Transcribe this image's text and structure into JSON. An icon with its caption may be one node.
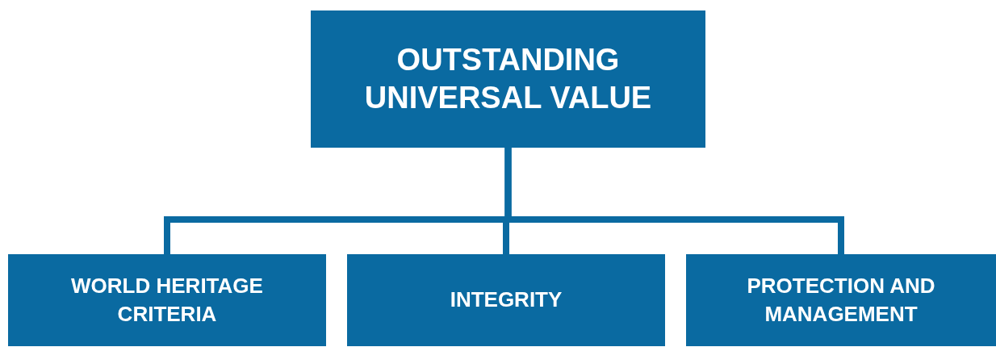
{
  "diagram": {
    "nodes": [
      {
        "text": [
          "OUTSTANDING UNIVERSAL VALUE"
        ]
      },
      {
        "text": [
          "WORLD HERITAGE CRITERIA"
        ]
      },
      {
        "text": [
          "INTEGRITY"
        ]
      },
      {
        "text": [
          "PROTECTION AND MANAGEMENT"
        ]
      }
    ],
    "edges": [
      {
        "from": 0,
        "to": 1,
        "arrow": "none"
      },
      {
        "from": 0,
        "to": 2,
        "arrow": "none"
      },
      {
        "from": 0,
        "to": 3,
        "arrow": "none"
      }
    ]
  }
}
